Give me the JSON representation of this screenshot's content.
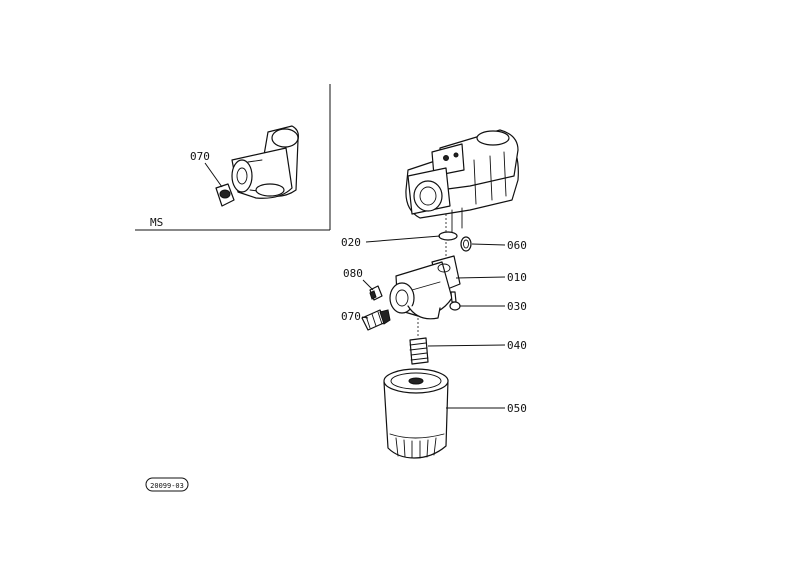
{
  "inset": {
    "label": "MS",
    "callout": "070"
  },
  "callouts": {
    "p020": "020",
    "p060": "060",
    "p080": "080",
    "p010": "010",
    "p030": "030",
    "p070": "070",
    "p040": "040",
    "p050": "050"
  },
  "drawing_code": "20099-03"
}
